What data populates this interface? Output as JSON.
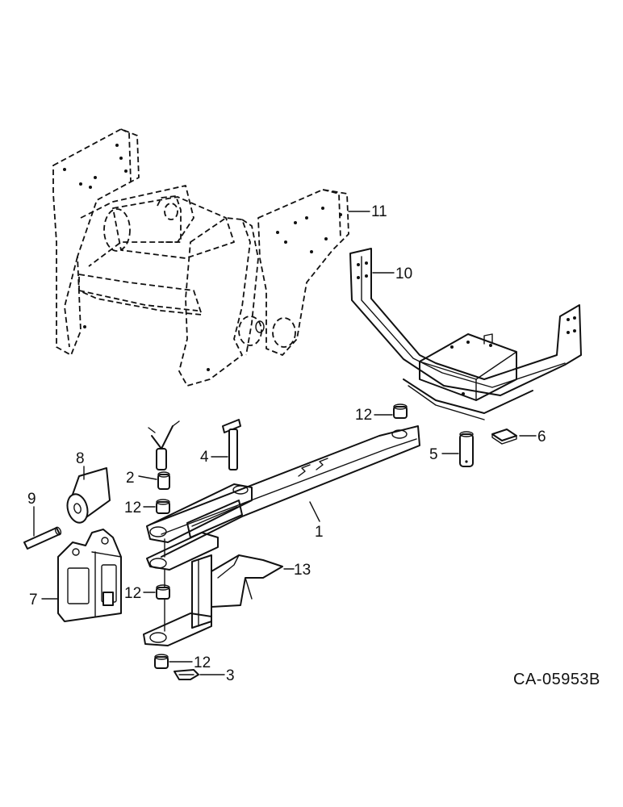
{
  "drawing": {
    "code": "CA-05953B",
    "callouts": {
      "p1": "1",
      "p2": "2",
      "p3": "3",
      "p4": "4",
      "p5": "5",
      "p6": "6",
      "p7": "7",
      "p8": "8",
      "p9": "9",
      "p10": "10",
      "p11": "11",
      "p12_top": "12",
      "p12_upper": "12",
      "p12_mid": "12",
      "p12_bottom": "12",
      "p13": "13"
    }
  }
}
